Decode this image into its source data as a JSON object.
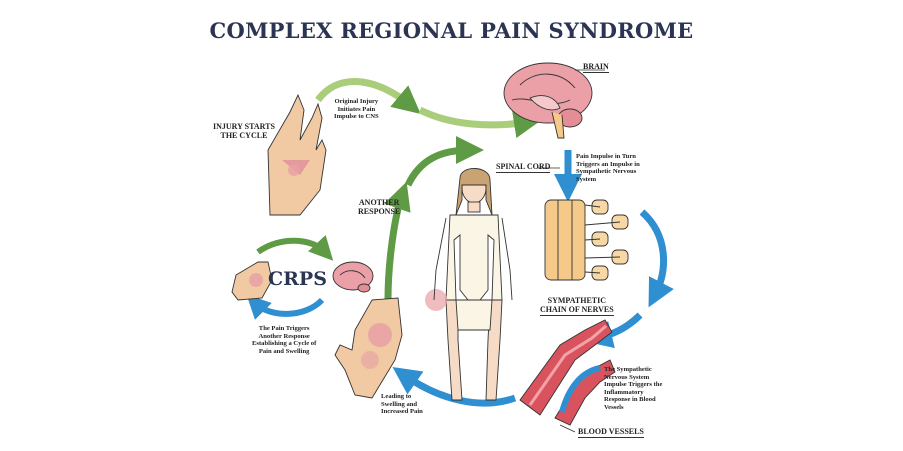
{
  "title": "COMPLEX REGIONAL PAIN SYNDROME",
  "labels": {
    "injury": [
      "INJURY STARTS",
      "THE CYCLE"
    ],
    "original_injury": [
      "Original Injury",
      "Initiates Pain",
      "Impulse to CNS"
    ],
    "brain": "BRAIN",
    "spinal_cord": "SPINAL CORD",
    "pain_impulse": [
      "Pain Impulse in Turn",
      "Triggers an Impulse in",
      "Sympathetic Nervous",
      "System"
    ],
    "another_response": [
      "ANOTHER",
      "RESPONSE"
    ],
    "crps": "CRPS",
    "sympathetic_chain": [
      "SYMPATHETIC",
      "CHAIN OF NERVES"
    ],
    "pain_triggers": [
      "The Pain Triggers",
      "Another Response",
      "Establishing a Cycle of",
      "Pain and Swelling"
    ],
    "leading_to": [
      "Leading to",
      "Swelling and",
      "Increased Pain"
    ],
    "sympathetic_system": [
      "The Sympathetic",
      "Nervous System",
      "Impulse Triggers the",
      "Inflammatory",
      "Response in Blood",
      "Vessels"
    ],
    "blood_vessels": "BLOOD VESSELS"
  },
  "colors": {
    "title": "#2b3553",
    "green_arrow": "#5f9a45",
    "green_light": "#b7d48a",
    "blue_arrow": "#2f8fd1",
    "skin": "#f6dcc6",
    "brain": "#eaa0a6",
    "spine": "#f5c98a",
    "vessel_red": "#d9535f"
  }
}
